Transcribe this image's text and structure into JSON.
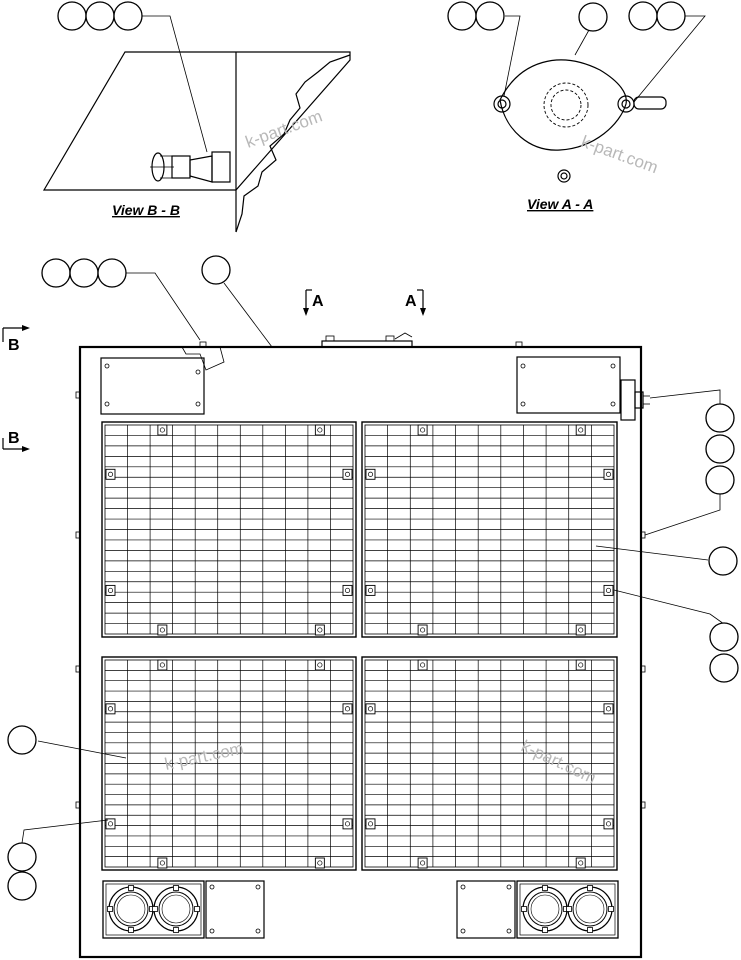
{
  "views": {
    "view_bb": "View B - B",
    "view_aa": "View A - A"
  },
  "section_markers": {
    "a_left": "A",
    "a_right": "A",
    "b_upper": "B",
    "b_lower": "B"
  },
  "watermark": "k-part.com"
}
